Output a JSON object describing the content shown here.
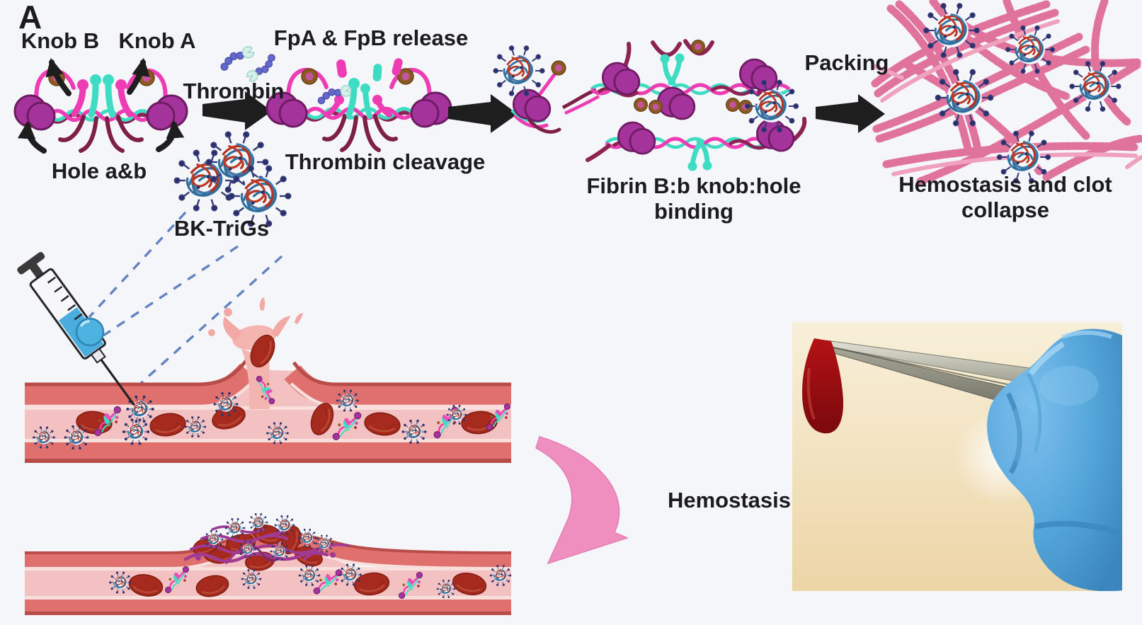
{
  "figure": {
    "panel": "A",
    "labels": {
      "knob_b": "Knob B",
      "knob_a": "Knob A",
      "hole_ab": "Hole a&b",
      "thrombin": "Thrombin",
      "fpa_fpb_release": "FpA & FpB release",
      "thrombin_cleavage": "Thrombin cleavage",
      "bk_trigs": "BK-TriGs",
      "fibrin_binding_line1": "Fibrin B:b knob:hole",
      "fibrin_binding_line2": "binding",
      "packing": "Packing",
      "hemostasis_clot_line1": "Hemostasis and clot",
      "hemostasis_clot_line2": "collapse",
      "hemostasis": "Hemostasis"
    },
    "colors": {
      "background": "#f5f6fa",
      "label_text": "#1c1c1e",
      "fibrinogen_pink": "#ee3db4",
      "fibrinogen_teal": "#3fdcc4",
      "fibrinogen_maroon": "#8c2350",
      "d_domain_purple": "#a5339c",
      "knob_brown": "#8a5a22",
      "arrow_black": "#1e1e1e",
      "nanogel_red": "#b5321f",
      "nanogel_blue": "#2e6fa0",
      "vessel_wall_red": "#e0706e",
      "vessel_lumen_pink": "#f3c1c1",
      "rbc_red": "#a62b1e",
      "fibrin_fiber_pink": "#ec88aa",
      "clot_fibrin_purple": "#a03a94",
      "hemostasis_arrow_pink": "#ef8fc0",
      "glove_blue": "#54a5da",
      "photo_background_cream": "#f3e6c4",
      "syringe_liquid_blue": "#49aede",
      "dashed_line_blue": "#5b7cc0"
    }
  }
}
